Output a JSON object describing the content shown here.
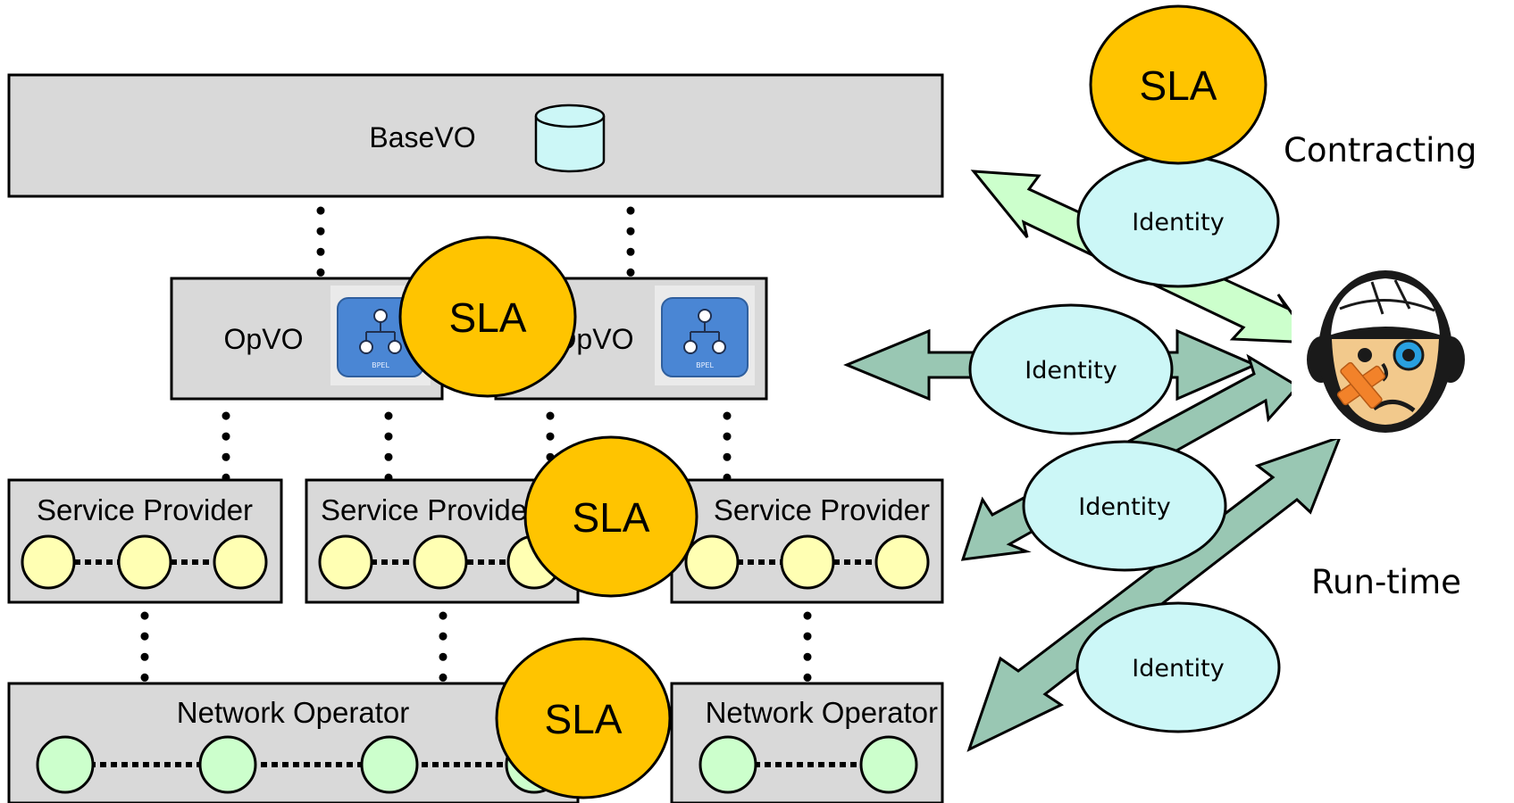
{
  "layers": {
    "base": "BaseVO",
    "opvo_left": "OpVO",
    "opvo_right": "OpVO",
    "bpel_badge": "BPEL",
    "service_provider_1": "Service Provider",
    "service_provider_2": "Service Provider",
    "service_provider_3": "Service Provider",
    "network_operator_1": "Network Operator",
    "network_operator_2": "Network Operator"
  },
  "sla": {
    "top": "SLA",
    "opvo": "SLA",
    "service": "SLA",
    "network": "SLA"
  },
  "identities": {
    "contracting": "Identity",
    "opvo": "Identity",
    "service": "Identity",
    "network": "Identity"
  },
  "side_labels": {
    "contracting": "Contracting",
    "runtime": "Run-time"
  },
  "icons": {
    "database": "database-icon",
    "bpel": "bpel-process-icon",
    "user": "injured-user-icon"
  },
  "colors": {
    "box_fill": "#d9d9d9",
    "sla_fill": "#ffc400",
    "identity_fill": "#ccf7f7",
    "provider_node": "#ffffb3",
    "network_node": "#ccffcc",
    "arrow_light": "#ccffcc",
    "arrow_dark": "#99c7b3",
    "bpel_blue": "#4a86d4"
  }
}
